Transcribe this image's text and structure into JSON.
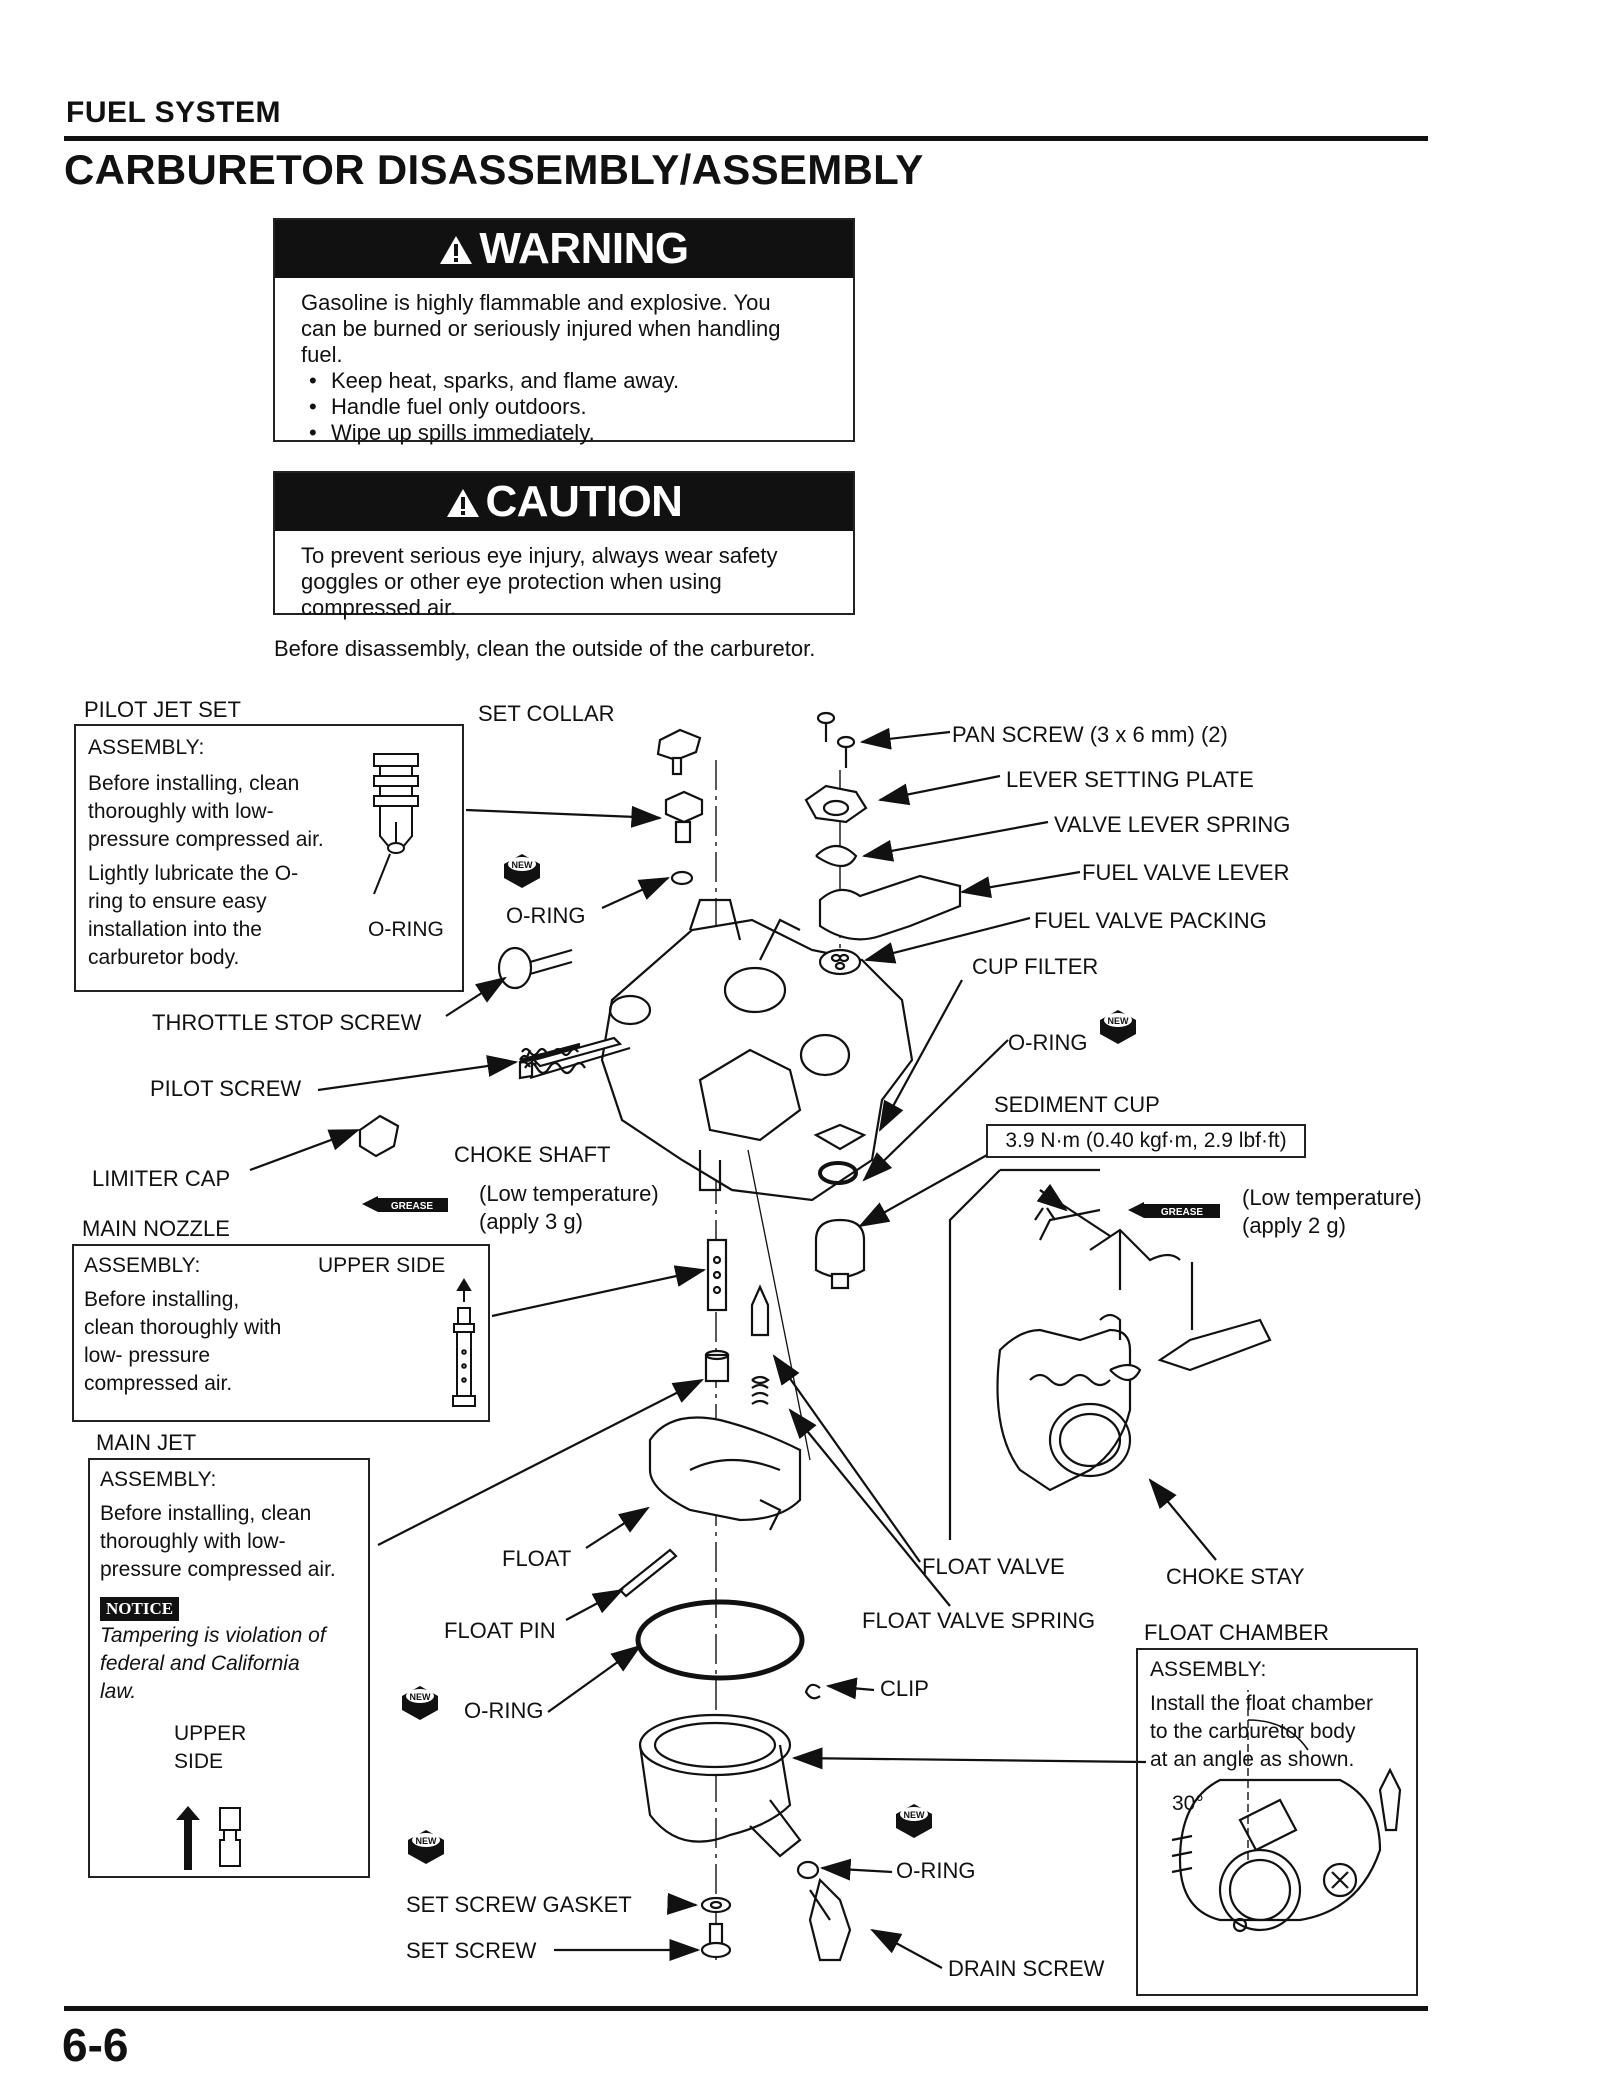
{
  "header": {
    "section": "FUEL SYSTEM",
    "title": "CARBURETOR DISASSEMBLY/ASSEMBLY"
  },
  "warning": {
    "banner": "WARNING",
    "lines": [
      "Gasoline is highly flammable and explosive. You",
      "can be burned or seriously injured when handling",
      "fuel."
    ],
    "bullets": [
      "Keep heat, sparks, and flame away.",
      "Handle fuel only outdoors.",
      "Wipe up spills immediately."
    ]
  },
  "caution": {
    "banner": "CAUTION",
    "lines": [
      "To prevent serious eye injury, always wear safety",
      "goggles or other eye protection when using",
      "compressed air."
    ]
  },
  "intro": "Before disassembly, clean the outside of the carburetor.",
  "pilot_jet": {
    "title": "PILOT JET SET",
    "heading": "ASSEMBLY:",
    "p1": [
      "Before installing, clean",
      "thoroughly with low-",
      "pressure compressed air."
    ],
    "p2": [
      "Lightly lubricate the O-",
      "ring to ensure easy",
      "installation into the",
      "carburetor body."
    ],
    "oring": "O-RING"
  },
  "main_nozzle": {
    "title": "MAIN NOZZLE",
    "heading": "ASSEMBLY:",
    "upper": "UPPER SIDE",
    "p": [
      "Before installing,",
      "clean thoroughly with",
      "low- pressure",
      "compressed air."
    ]
  },
  "main_jet": {
    "title": "MAIN JET",
    "heading": "ASSEMBLY:",
    "p": [
      "Before installing, clean",
      "thoroughly with low-",
      "pressure compressed air."
    ],
    "notice": "NOTICE",
    "tamper": [
      "Tampering is violation of",
      "federal and California",
      "law."
    ],
    "upper": [
      "UPPER",
      "SIDE"
    ]
  },
  "float_chamber": {
    "title": "FLOAT CHAMBER",
    "heading": "ASSEMBLY:",
    "p": [
      "Install the float chamber",
      "to the carburetor body",
      "at an angle as shown."
    ],
    "angle": "30°"
  },
  "labels": {
    "set_collar": "SET COLLAR",
    "o_ring_top": "O-RING",
    "throttle_stop": "THROTTLE STOP SCREW",
    "pilot_screw": "PILOT SCREW",
    "limiter_cap": "LIMITER CAP",
    "choke_shaft": "CHOKE SHAFT",
    "low_temp_1": [
      "(Low temperature)",
      "(apply 3 g)"
    ],
    "grease": "GREASE",
    "pan_screw": "PAN SCREW (3 x 6 mm) (2)",
    "lever_plate": "LEVER SETTING PLATE",
    "valve_spring": "VALVE LEVER SPRING",
    "fuel_lever": "FUEL VALVE LEVER",
    "fuel_packing": "FUEL VALVE PACKING",
    "cup_filter": "CUP FILTER",
    "o_ring_right": "O-RING",
    "sediment_cup": "SEDIMENT CUP",
    "torque": "3.9 N·m (0.40 kgf·m, 2.9 lbf·ft)",
    "low_temp_2": [
      "(Low temperature)",
      "(apply 2 g)"
    ],
    "float": "FLOAT",
    "float_pin": "FLOAT PIN",
    "o_ring_bottom": "O-RING",
    "float_valve": "FLOAT VALVE",
    "float_valve_spring": "FLOAT VALVE SPRING",
    "choke_stay": "CHOKE STAY",
    "clip": "CLIP",
    "o_ring_drain": "O-RING",
    "set_screw_gasket": "SET SCREW GASKET",
    "set_screw": "SET SCREW",
    "drain_screw": "DRAIN SCREW",
    "new": "NEW"
  },
  "footer": {
    "page": "6-6"
  }
}
